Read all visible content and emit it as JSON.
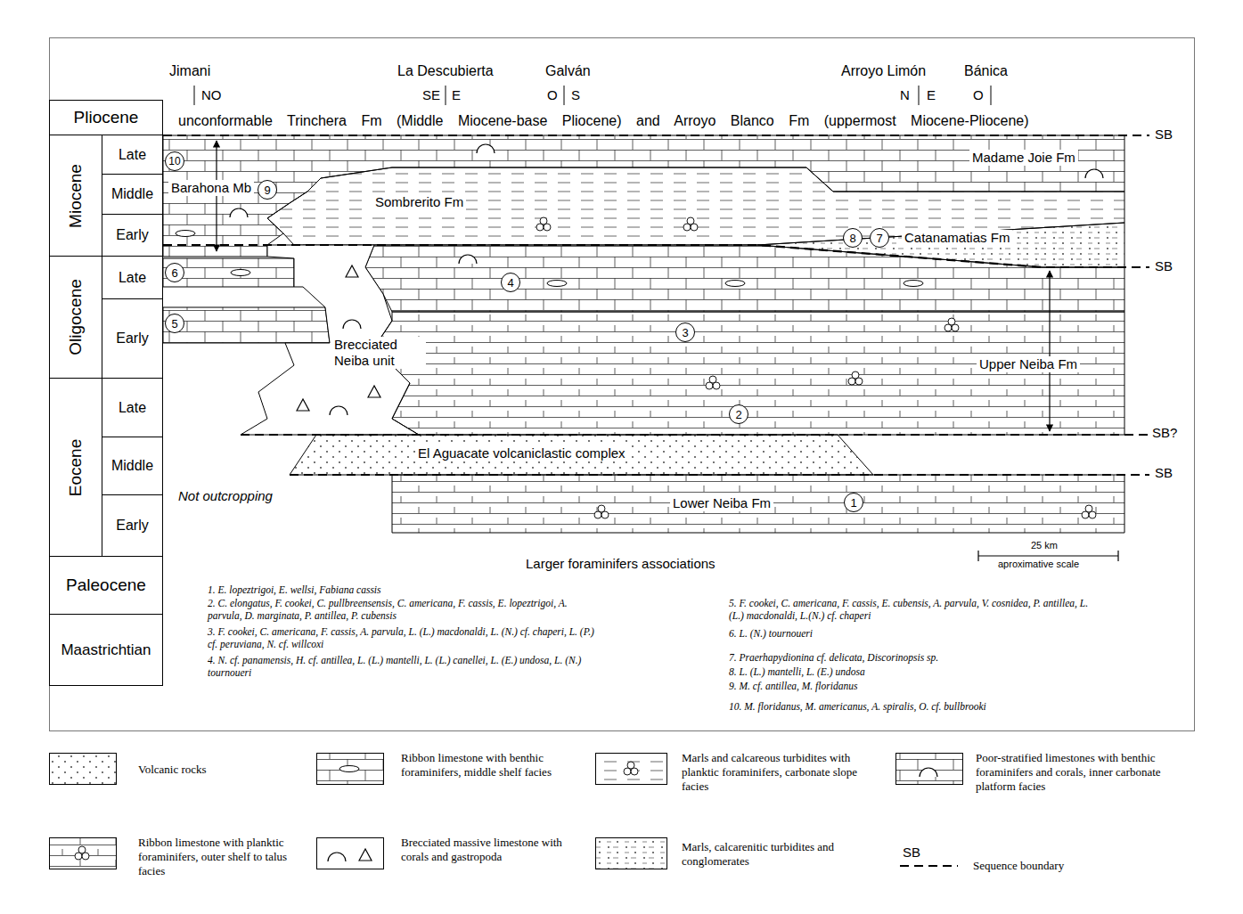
{
  "diagram": {
    "nodes": [
      {
        "text": [
          "Pliocene"
        ]
      },
      {
        "text": [
          "Miocene"
        ]
      },
      {
        "text": [
          "Late"
        ],
        "in": 1
      },
      {
        "text": [
          "Middle"
        ],
        "in": 1
      },
      {
        "text": [
          "Early"
        ],
        "in": 1
      },
      {
        "text": [
          "Oligocene"
        ]
      },
      {
        "text": [
          "Late"
        ],
        "in": 5
      },
      {
        "text": [
          "Early"
        ],
        "in": 5
      },
      {
        "text": [
          "Eocene"
        ]
      },
      {
        "text": [
          "Late"
        ],
        "in": 8
      },
      {
        "text": [
          "Middle"
        ],
        "in": 8
      },
      {
        "text": [
          "Early"
        ],
        "in": 8
      },
      {
        "text": [
          "Paleocene"
        ]
      },
      {
        "text": [
          "Maastrichtian"
        ]
      }
    ],
    "labels": [
      "Jimani",
      "NO",
      "La Descubierta",
      "SE",
      "E",
      "Galván",
      "O",
      "S",
      "Arroyo Limón",
      "N",
      "E",
      "Bánica",
      "O",
      "unconformable Trinchera Fm (Middle Miocene-base Pliocene) and Arroyo Blanco Fm (uppermost Miocene-Pliocene)",
      "SB",
      "SB",
      "SB?",
      "SB",
      "10",
      "Barahona Mb",
      "9",
      "Sombrerito Fm",
      "Madame Joie Fm",
      "8",
      "7",
      "Catanamatias Fm",
      "6",
      "4",
      "5",
      "Brecciated Neiba unit",
      "3",
      "Upper Neiba Fm",
      "2",
      "El Aguacate volcaniclastic complex",
      "Not outcropping",
      "Lower Neiba Fm",
      "1",
      "25 km",
      "aproximative scale",
      "Larger foraminifers associations",
      "1. E. lopeztrigoi, E. wellsi, Fabiana cassis",
      "2. C. elongatus, F. cookei, C. pullbreensensis, C. americana, F. cassis, E. lopeztrigoi, A. parvula, D. marginata, P. antillea, P. cubensis",
      "3. F. cookei, C. americana, F. cassis, A. parvula, L. (L.) macdonaldi, L. (N.) cf. chaperi, L. (P.) cf. peruviana, N. cf. willcoxi",
      "4. N. cf. panamensis, H. cf. antillea, L. (L.) mantelli, L. (L.) canellei, L. (E.) undosa, L. (N.) tournoueri",
      "5. F. cookei, C. americana, F. cassis, E. cubensis, A. parvula, V. cosnidea, P. antillea, L. (L.) macdonaldi, L.(N.) cf. chaperi",
      "6. L. (N.) tournoueri",
      "7. Praerhapydionina cf. delicata, Discorinopsis sp.",
      "8. L. (L.) mantelli, L. (E.) undosa",
      "9. M. cf. antillea, M. floridanus",
      "10. M. floridanus, M. americanus, A. spiralis, O. cf. bullbrooki",
      "SB"
    ],
    "legend": [
      {
        "text": "Volcanic rocks"
      },
      {
        "text": "Ribbon limestone with benthic foraminifers, middle shelf facies"
      },
      {
        "text": "Marls and calcareous turbidites with planktic foraminifers, carbonate slope facies"
      },
      {
        "text": "Poor-stratified limestones with benthic foraminifers and corals, inner carbonate platform facies"
      },
      {
        "text": "Ribbon limestone with planktic foraminifers, outer shelf to talus facies"
      },
      {
        "text": "Brecciated massive limestone with corals and gastropoda"
      },
      {
        "text": "Marls, calcarenitic turbidites and conglomerates"
      },
      {
        "text": "Sequence boundary"
      }
    ]
  }
}
